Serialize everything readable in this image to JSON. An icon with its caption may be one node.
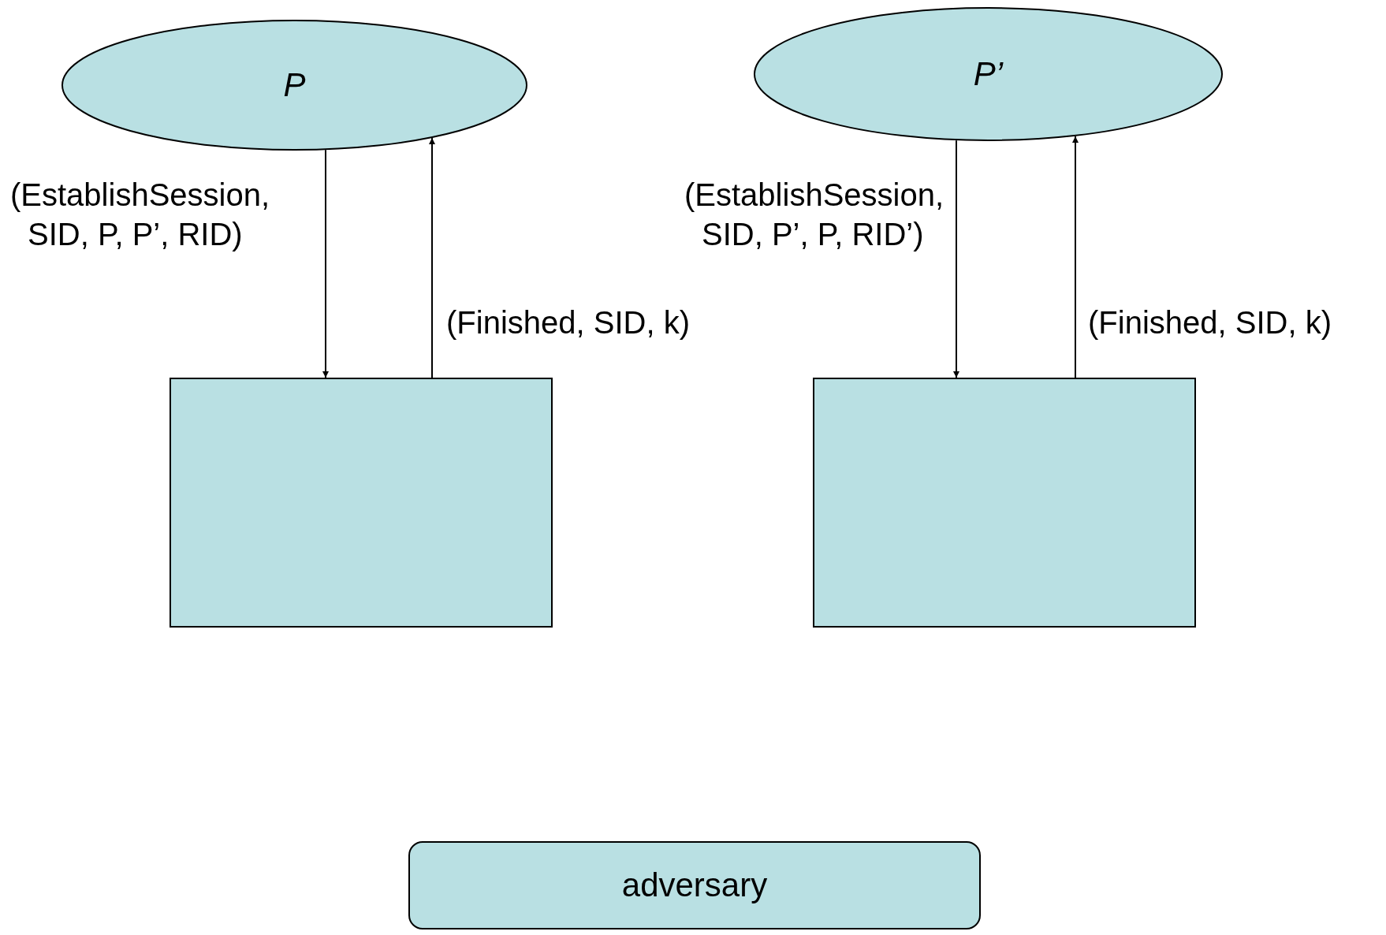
{
  "diagram": {
    "nodes": [
      {
        "text": [
          "P"
        ]
      },
      {
        "text": [
          "P’"
        ]
      },
      {
        "text": [],
        "shape": "box"
      },
      {
        "text": [],
        "shape": "box"
      },
      {
        "text": [
          "adversary"
        ]
      }
    ],
    "edges": [
      {
        "from": 0,
        "to": 2,
        "arrow": "to",
        "label": "(EstablishSession, SID, P, P’, RID)"
      },
      {
        "from": 2,
        "to": 0,
        "arrow": "to",
        "label": "(Finished, SID, k)"
      },
      {
        "from": 1,
        "to": 3,
        "arrow": "to",
        "label": "(EstablishSession, SID, P’, P, RID’)"
      },
      {
        "from": 3,
        "to": 1,
        "arrow": "to",
        "label": "(Finished, SID, k)"
      }
    ]
  }
}
